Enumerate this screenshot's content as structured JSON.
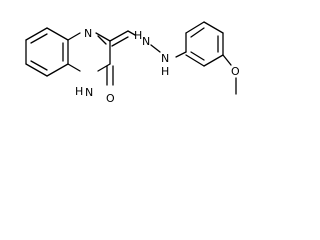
{
  "molecule": {
    "atoms": {
      "n_ring_top": "N",
      "n_ring_bottom": "N",
      "oxygen_carbonyl": "O",
      "nh_left": "H",
      "nh_left_n": "N",
      "nh_right": "H",
      "nh_right_n": "N",
      "oxygen_methoxy": "O"
    }
  }
}
